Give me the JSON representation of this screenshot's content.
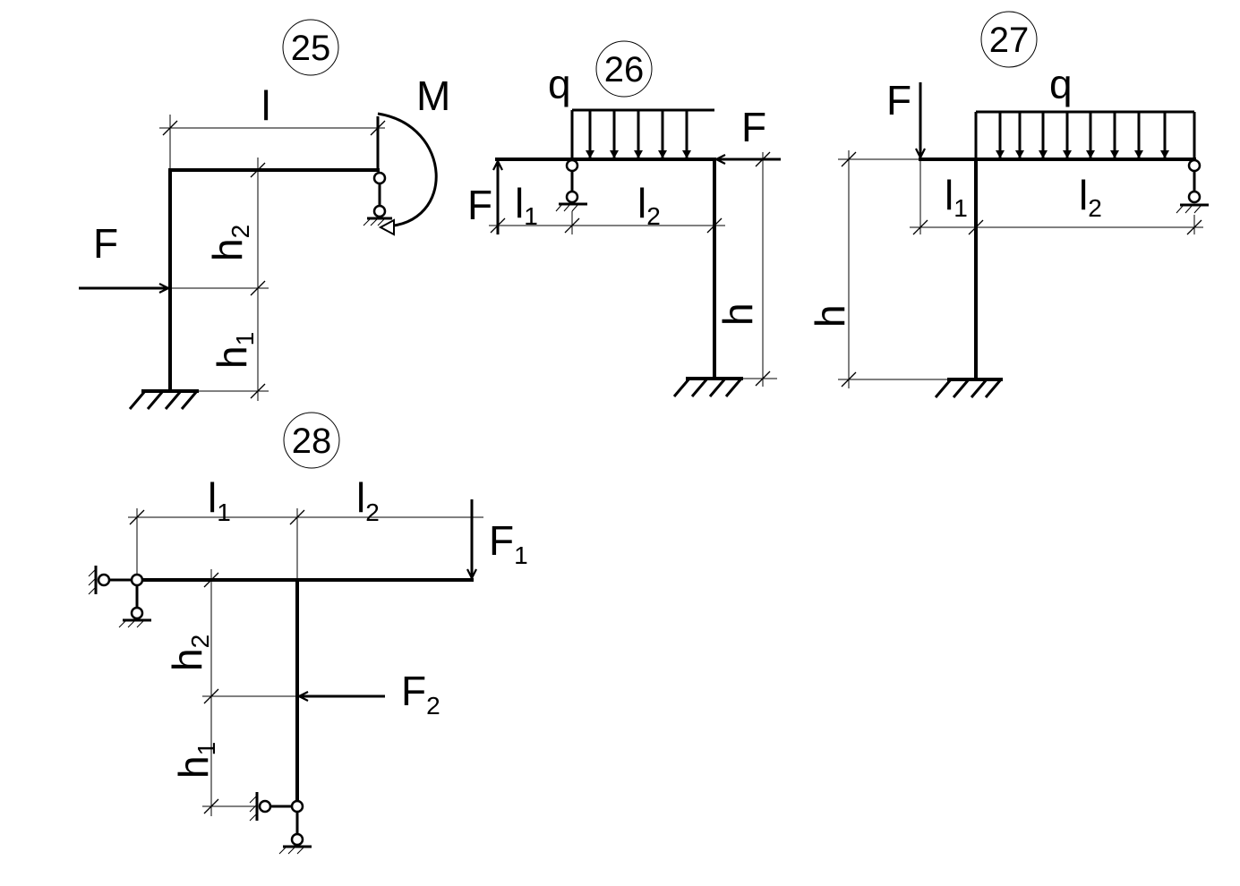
{
  "problems": [
    {
      "number": "25",
      "labels": {
        "force": "F",
        "moment": "M",
        "length": "l",
        "h2": "h",
        "h2_sub": "2",
        "h1": "h",
        "h1_sub": "1"
      }
    },
    {
      "number": "26",
      "labels": {
        "load": "q",
        "force_right": "F",
        "force_left": "F",
        "l1": "l",
        "l1_sub": "1",
        "l2": "l",
        "l2_sub": "2",
        "height": "h"
      }
    },
    {
      "number": "27",
      "labels": {
        "force": "F",
        "load": "q",
        "l1": "l",
        "l1_sub": "1",
        "l2": "l",
        "l2_sub": "2",
        "height": "h"
      }
    },
    {
      "number": "28",
      "labels": {
        "l1": "l",
        "l1_sub": "1",
        "l2": "l",
        "l2_sub": "2",
        "f1": "F",
        "f1_sub": "1",
        "f2": "F",
        "f2_sub": "2",
        "h2": "h",
        "h2_sub": "2",
        "h1": "h",
        "h1_sub": "1"
      }
    }
  ]
}
